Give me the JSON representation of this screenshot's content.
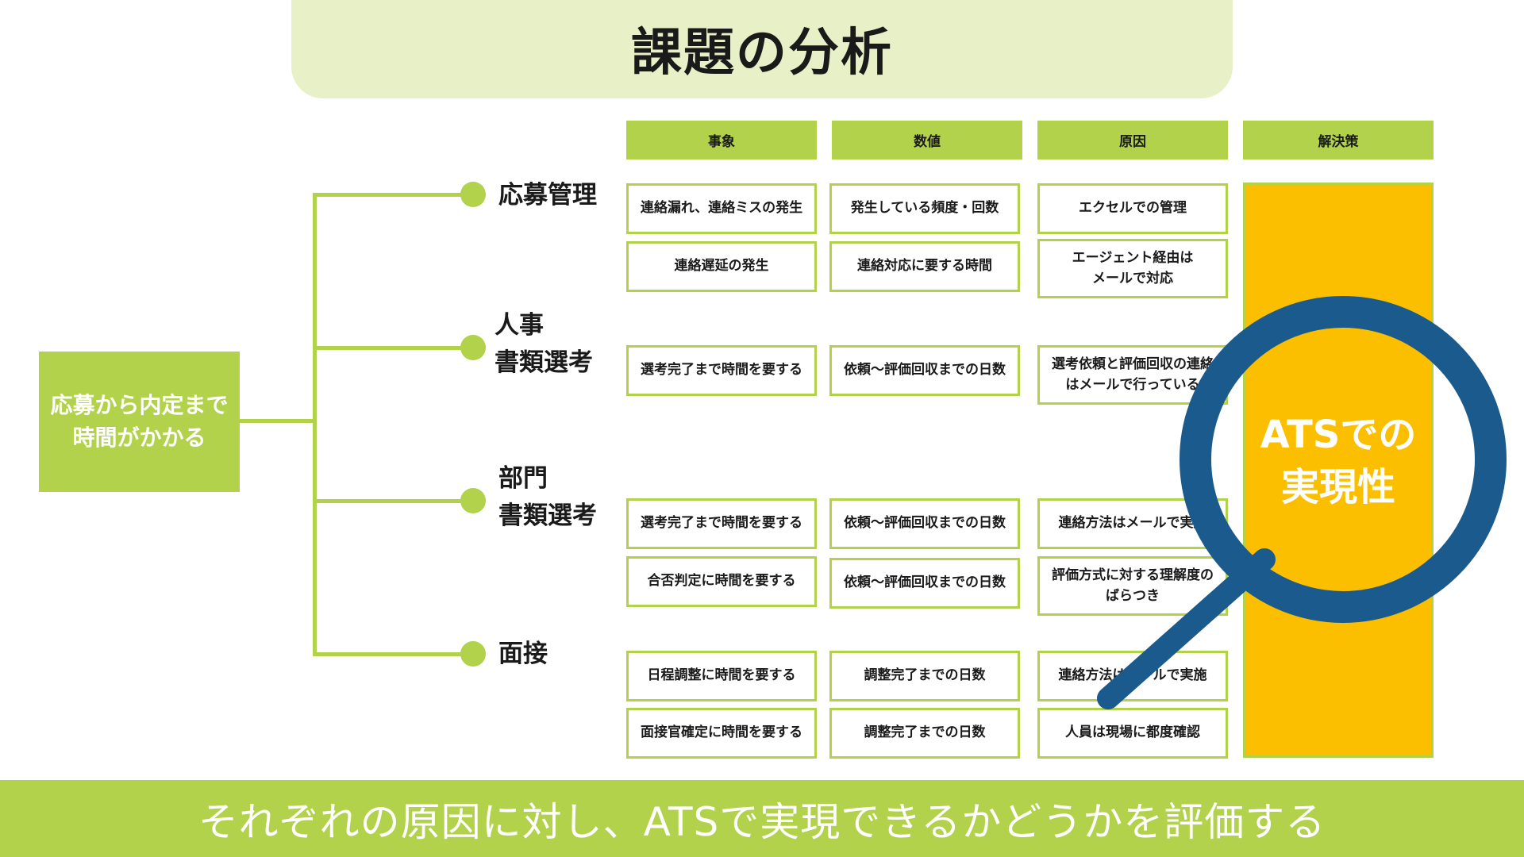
{
  "title": "課題の分析",
  "root": "応募から内定まで\n時間がかかる",
  "columns": [
    "事象",
    "数値",
    "原因",
    "解決策"
  ],
  "branches": [
    {
      "label": "応募管理",
      "rows": [
        [
          "連絡漏れ、連絡ミスの発生",
          "発生している頻度・回数",
          "エクセルでの管理"
        ],
        [
          "連絡遅延の発生",
          "連絡対応に要する時間",
          "エージェント経由は\nメールで対応"
        ]
      ]
    },
    {
      "label": "人事\n書類選考",
      "rows": [
        [
          "選考完了まで時間を要する",
          "依頼〜評価回収までの日数",
          "選考依頼と評価回収の連絡\nはメールで行っている"
        ]
      ]
    },
    {
      "label": "部門\n書類選考",
      "rows": [
        [
          "選考完了まで時間を要する",
          "依頼〜評価回収までの日数",
          "連絡方法はメールで実施"
        ],
        [
          "合否判定に時間を要する",
          "依頼〜評価回収までの日数",
          "評価方式に対する理解度の\nばらつき"
        ]
      ]
    },
    {
      "label": "面接",
      "rows": [
        [
          "日程調整に時間を要する",
          "調整完了までの日数",
          "連絡方法はメールで実施"
        ],
        [
          "面接官確定に時間を要する",
          "調整完了までの日数",
          "人員は現場に都度確認"
        ]
      ]
    }
  ],
  "solution": "ATSでの\n実現性",
  "footer": "それぞれの原因に対し、ATSで実現できるかどうかを評価する",
  "icons": {
    "magnifier": "magnifier-icon"
  },
  "colors": {
    "accent_green": "#b1d24a",
    "light_green": "#e8f0c8",
    "solution_yellow": "#fbbf00",
    "magnifier_blue": "#1a5a8c"
  }
}
